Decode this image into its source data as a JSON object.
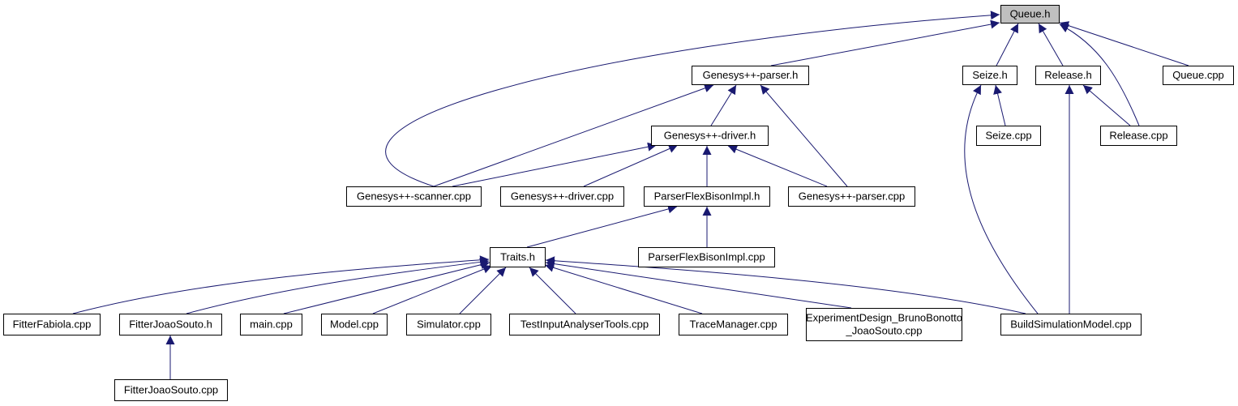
{
  "diagram": {
    "type": "include-dependency-graph",
    "colors": {
      "edge": "#191970",
      "root_fill": "#bfbfbf",
      "node_fill": "#ffffff",
      "border": "#000000"
    },
    "nodes": [
      {
        "id": "queue_h",
        "lines": [
          "Queue.h"
        ],
        "root": true
      },
      {
        "id": "parser_h",
        "lines": [
          "Genesys++-parser.h"
        ]
      },
      {
        "id": "seize_h",
        "lines": [
          "Seize.h"
        ]
      },
      {
        "id": "release_h",
        "lines": [
          "Release.h"
        ]
      },
      {
        "id": "queue_cpp",
        "lines": [
          "Queue.cpp"
        ]
      },
      {
        "id": "driver_h",
        "lines": [
          "Genesys++-driver.h"
        ]
      },
      {
        "id": "seize_cpp",
        "lines": [
          "Seize.cpp"
        ]
      },
      {
        "id": "release_cpp",
        "lines": [
          "Release.cpp"
        ]
      },
      {
        "id": "scanner_cpp",
        "lines": [
          "Genesys++-scanner.cpp"
        ]
      },
      {
        "id": "driver_cpp",
        "lines": [
          "Genesys++-driver.cpp"
        ]
      },
      {
        "id": "pfbi_h",
        "lines": [
          "ParserFlexBisonImpl.h"
        ]
      },
      {
        "id": "parser_cpp",
        "lines": [
          "Genesys++-parser.cpp"
        ]
      },
      {
        "id": "traits_h",
        "lines": [
          "Traits.h"
        ]
      },
      {
        "id": "pfbi_cpp",
        "lines": [
          "ParserFlexBisonImpl.cpp"
        ]
      },
      {
        "id": "fitterfabiola",
        "lines": [
          "FitterFabiola.cpp"
        ]
      },
      {
        "id": "fitterjs_h",
        "lines": [
          "FitterJoaoSouto.h"
        ]
      },
      {
        "id": "main_cpp",
        "lines": [
          "main.cpp"
        ]
      },
      {
        "id": "model_cpp",
        "lines": [
          "Model.cpp"
        ]
      },
      {
        "id": "simulator_cpp",
        "lines": [
          "Simulator.cpp"
        ]
      },
      {
        "id": "tiat_cpp",
        "lines": [
          "TestInputAnalyserTools.cpp"
        ]
      },
      {
        "id": "trace_cpp",
        "lines": [
          "TraceManager.cpp"
        ]
      },
      {
        "id": "expdesign_cpp",
        "lines": [
          "ExperimentDesign_BrunoBonotto",
          "_JoaoSouto.cpp"
        ]
      },
      {
        "id": "buildsim_cpp",
        "lines": [
          "BuildSimulationModel.cpp"
        ]
      },
      {
        "id": "fitterjs_cpp",
        "lines": [
          "FitterJoaoSouto.cpp"
        ]
      }
    ],
    "edges": [
      [
        "parser_h",
        "queue_h"
      ],
      [
        "seize_h",
        "queue_h"
      ],
      [
        "release_h",
        "queue_h"
      ],
      [
        "queue_cpp",
        "queue_h"
      ],
      [
        "scanner_cpp",
        "queue_h"
      ],
      [
        "release_cpp",
        "queue_h"
      ],
      [
        "driver_h",
        "parser_h"
      ],
      [
        "scanner_cpp",
        "parser_h"
      ],
      [
        "parser_cpp",
        "parser_h"
      ],
      [
        "seize_cpp",
        "seize_h"
      ],
      [
        "buildsim_cpp",
        "seize_h"
      ],
      [
        "release_cpp",
        "release_h"
      ],
      [
        "buildsim_cpp",
        "release_h"
      ],
      [
        "scanner_cpp",
        "driver_h"
      ],
      [
        "driver_cpp",
        "driver_h"
      ],
      [
        "pfbi_h",
        "driver_h"
      ],
      [
        "parser_cpp",
        "driver_h"
      ],
      [
        "traits_h",
        "pfbi_h"
      ],
      [
        "pfbi_cpp",
        "pfbi_h"
      ],
      [
        "fitterfabiola",
        "traits_h"
      ],
      [
        "fitterjs_h",
        "traits_h"
      ],
      [
        "main_cpp",
        "traits_h"
      ],
      [
        "model_cpp",
        "traits_h"
      ],
      [
        "simulator_cpp",
        "traits_h"
      ],
      [
        "tiat_cpp",
        "traits_h"
      ],
      [
        "trace_cpp",
        "traits_h"
      ],
      [
        "expdesign_cpp",
        "traits_h"
      ],
      [
        "buildsim_cpp",
        "traits_h"
      ],
      [
        "fitterjs_cpp",
        "fitterjs_h"
      ]
    ]
  }
}
